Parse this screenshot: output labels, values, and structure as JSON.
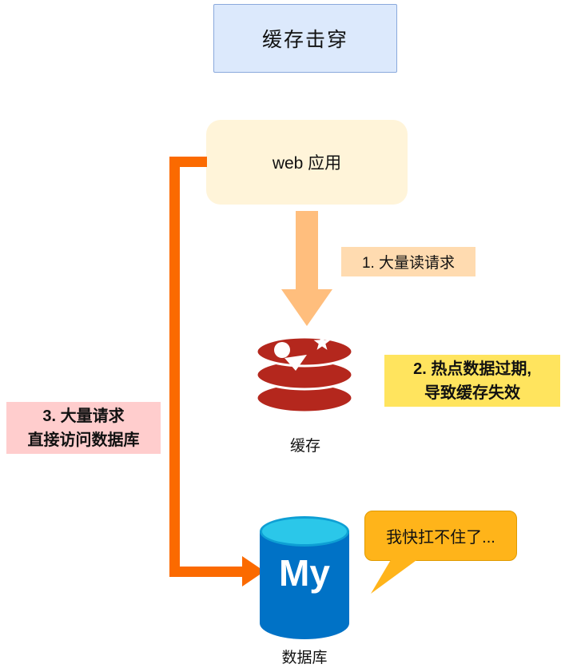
{
  "diagram": {
    "title": "缓存击穿",
    "web_app_label": "web 应用",
    "cache_label": "缓存",
    "database_label": "数据库",
    "mysql_text": "My",
    "step1_label": "1. 大量读请求",
    "step2_line1": "2. 热点数据过期,",
    "step2_line2": "导致缓存失效",
    "step3_line1": "3. 大量请求",
    "step3_line2": "直接访问数据库",
    "speech_text": "我快扛不住了..."
  },
  "colors": {
    "title_box_bg": "#DCE9FC",
    "title_box_border": "#8AA9DC",
    "web_box_bg": "#FFF4D9",
    "soft_arrow": "#FFBE7D",
    "step1_bg": "#FFDBB0",
    "step2_bg": "#FFE45E",
    "step3_bg": "#FFCDCD",
    "elbow_arrow": "#FB6A00",
    "speech_bubble_bg": "#FFB41A",
    "redis_red": "#B4271D",
    "mysql_body_blue": "#0072C6",
    "mysql_top_cyan": "#2BC7E9"
  }
}
